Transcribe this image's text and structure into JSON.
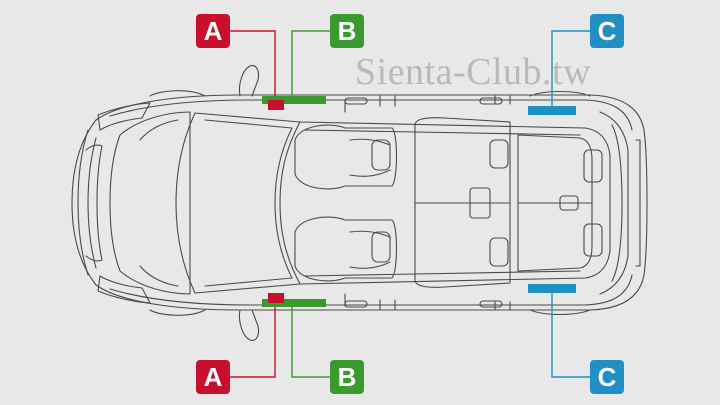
{
  "watermark": "Sienta-Club.tw",
  "labels": {
    "a_top": "A",
    "b_top": "B",
    "c_top": "C",
    "a_bottom": "A",
    "b_bottom": "B",
    "c_bottom": "C"
  },
  "colors": {
    "a": "#c8102e",
    "b": "#3a9a2e",
    "c": "#1f8fc4",
    "line": "#4a4a4a",
    "background": "#e8e8e8"
  }
}
